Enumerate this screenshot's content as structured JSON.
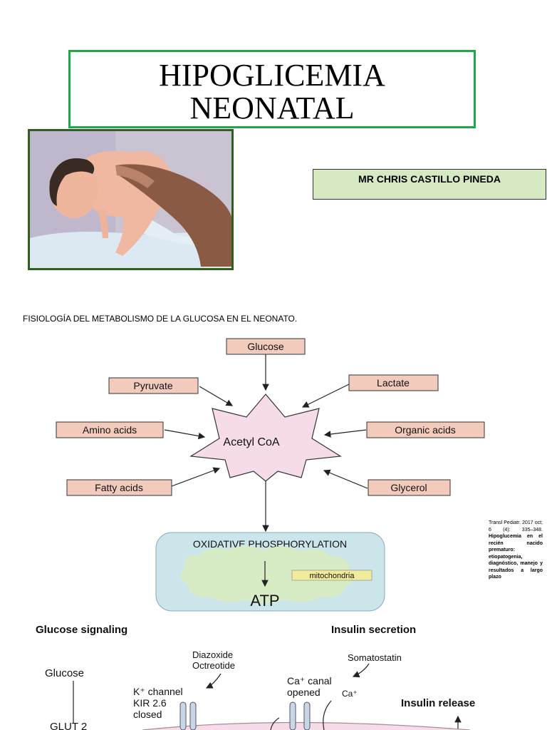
{
  "title": {
    "line1": "HIPOGLICEMIA",
    "line2": "NEONATAL"
  },
  "author": "MR CHRIS CASTILLO PINEDA",
  "section_heading": "FISIOLOGÍA DEL METABOLISMO DE LA GLUCOSA EN EL NEONATO.",
  "diagram": {
    "center": "Acetyl CoA",
    "inputs": {
      "glucose": "Glucose",
      "pyruvate": "Pyruvate",
      "lactate": "Lactate",
      "amino_acids": "Amino acids",
      "organic_acids": "Organic acids",
      "fatty_acids": "Fatty acids",
      "glycerol": "Glycerol"
    },
    "oxphos": "OXIDATIVE PHOSPHORYLATION",
    "mitochondria": "mitochondria",
    "atp": "ATP"
  },
  "citation": {
    "ref": "Transl Pediatr. 2017 oct; 6 (4): 335–348.",
    "title": "Hipoglucemia en el recién nacido prematuro: etiopatogenia, diagnóstico, manejo y resultados a largo plazo"
  },
  "signaling": {
    "glucose_signaling": "Glucose signaling",
    "insulin_secretion": "Insulin secretion",
    "glucose": "Glucose",
    "diazoxide": "Diazoxide",
    "octreotide": "Octreotide",
    "k_channel_1": "K⁺ channel",
    "k_channel_2": "KIR 2.6",
    "k_channel_3": "closed",
    "somatostatin": "Somatostatin",
    "ca_canal_1": "Ca⁺ canal",
    "ca_canal_2": "opened",
    "ca_ion": "Ca⁺",
    "insulin_release": "Insulin release",
    "glut": "GLUT 2"
  },
  "colors": {
    "title_border": "#1ea84a",
    "author_bg": "#d6e9c2",
    "box_fill": "#f2cbbd",
    "star_fill": "#f6dbe8",
    "oxphos_fill": "#cbe5ea",
    "mito_fill": "#d7ecc4"
  }
}
